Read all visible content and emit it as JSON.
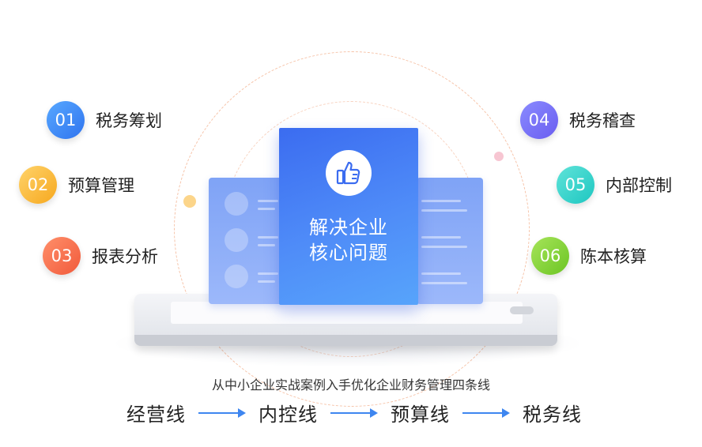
{
  "center_card": {
    "line1": "解决企业",
    "line2": "核心问题",
    "icon": "thumbs-up-icon"
  },
  "features_left": [
    {
      "num": "01",
      "label": "税务筹划",
      "color": "#3f86f3"
    },
    {
      "num": "02",
      "label": "预算管理",
      "color": "#f8b53a"
    },
    {
      "num": "03",
      "label": "报表分析",
      "color": "#f36b47"
    }
  ],
  "features_right": [
    {
      "num": "04",
      "label": "税务稽查",
      "color": "#6f63f0"
    },
    {
      "num": "05",
      "label": "内部控制",
      "color": "#2acbc4"
    },
    {
      "num": "06",
      "label": "陈本核算",
      "color": "#7cc92f"
    }
  ],
  "caption": "从中小企业实战案例入手优化企业财务管理四条线",
  "flow": [
    "经营线",
    "内控线",
    "预算线",
    "税务线"
  ],
  "colors": {
    "accent_blue": "#3e86f0",
    "card_blue": "#3b6cf0"
  }
}
